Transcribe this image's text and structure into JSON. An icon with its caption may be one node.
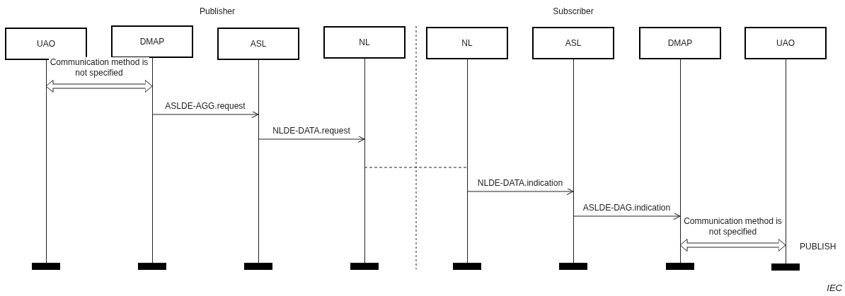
{
  "diagram": {
    "nodes": [
      {
        "text": [
          "UAO"
        ]
      },
      {
        "text": [
          "DMAP"
        ]
      },
      {
        "text": [
          "ASL"
        ]
      },
      {
        "text": [
          "NL"
        ]
      },
      {
        "text": [
          "NL"
        ]
      },
      {
        "text": [
          "ASL"
        ]
      },
      {
        "text": [
          "DMAP"
        ]
      },
      {
        "text": [
          "UAO"
        ]
      }
    ],
    "edges": [
      {
        "from": 0,
        "to": 1,
        "arrow": "both",
        "style": "thick",
        "label": "Communication method is not specified"
      },
      {
        "from": 1,
        "to": 2,
        "arrow": "to",
        "label": "ASLDE-AGG.request"
      },
      {
        "from": 2,
        "to": 3,
        "arrow": "to",
        "label": "NLDE-DATA.request"
      },
      {
        "from": 3,
        "to": 4,
        "arrow": "none",
        "style": "dashed"
      },
      {
        "from": 4,
        "to": 5,
        "arrow": "to",
        "label": "NLDE-DATA.indication"
      },
      {
        "from": 5,
        "to": 6,
        "arrow": "to",
        "label": "ASLDE-DAG.indication"
      },
      {
        "from": 6,
        "to": 7,
        "arrow": "both",
        "style": "thick",
        "label": "Communication method is not specified"
      }
    ],
    "labels": [
      "Publisher",
      "Subscriber",
      "PUBLISH",
      "IEC"
    ]
  }
}
